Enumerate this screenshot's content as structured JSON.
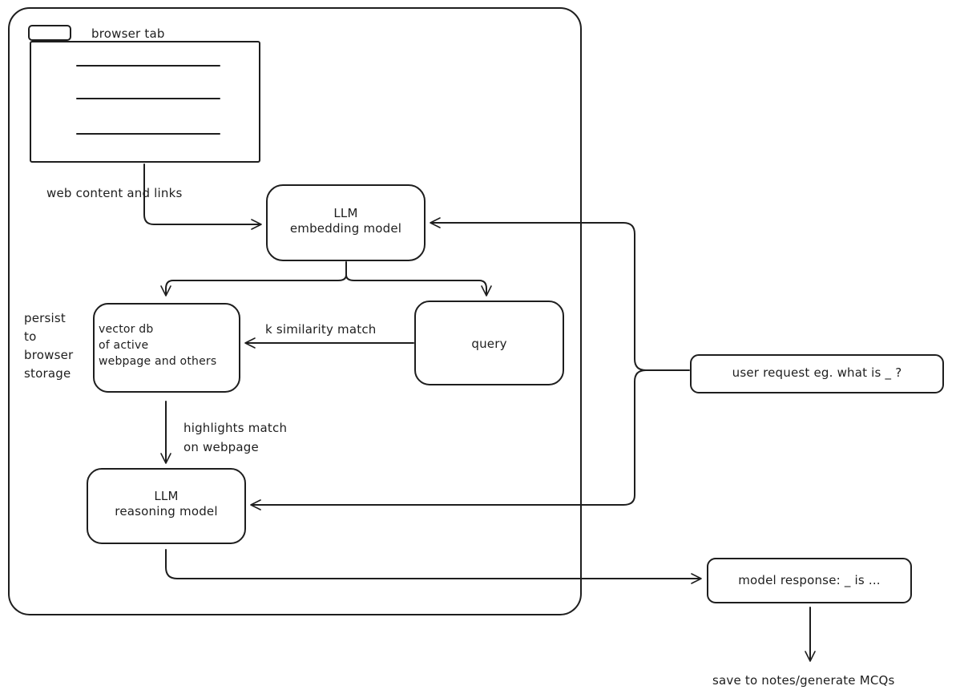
{
  "browser_tab": {
    "label": "browser tab"
  },
  "edges": {
    "web_content": "web content and links",
    "similarity": "k similarity match",
    "highlights": "highlights match\non webpage",
    "persist": "persist\nto\nbrowser\nstorage"
  },
  "nodes": {
    "embedding_model": {
      "line1": "LLM",
      "line2": "embedding model"
    },
    "vector_db": {
      "text": "vector db\nof active\nwebpage and others"
    },
    "query": {
      "text": "query"
    },
    "reasoning_model": {
      "line1": "LLM",
      "line2": "reasoning model"
    },
    "user_request": {
      "text": "user request eg. what is _ ?"
    },
    "model_response": {
      "text": "model response: _ is ..."
    },
    "save_notes": {
      "text": "save to notes/generate MCQs"
    }
  },
  "colors": {
    "stroke": "#1e1e1e",
    "background": "#ffffff"
  }
}
